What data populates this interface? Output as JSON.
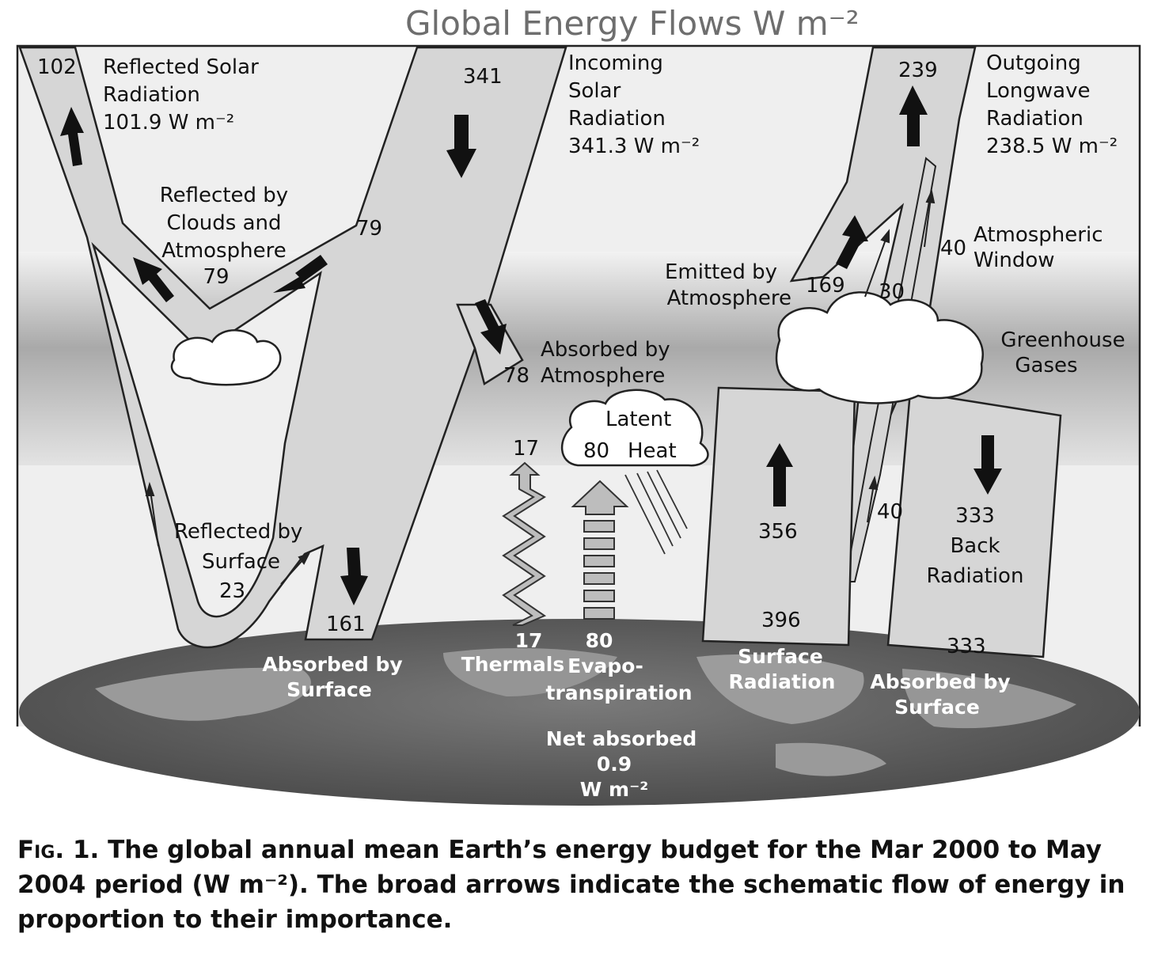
{
  "title": "Global Energy Flows W m⁻²",
  "labels": {
    "reflected_solar": [
      "Reflected Solar",
      "Radiation",
      "101.9 W m⁻²"
    ],
    "reflected_solar_value": "102",
    "incoming_solar": [
      "Incoming",
      "Solar",
      "Radiation",
      "341.3 W m⁻²"
    ],
    "incoming_solar_value": "341",
    "outgoing_longwave": [
      "Outgoing",
      "Longwave",
      "Radiation",
      "238.5 W m⁻²"
    ],
    "outgoing_longwave_value": "239",
    "reflected_clouds": [
      "Reflected by",
      "Clouds and",
      "Atmosphere",
      "79"
    ],
    "reflected_clouds_branch_value": "79",
    "absorbed_atmosphere": "Absorbed by",
    "absorbed_atmosphere_2": "Atmosphere",
    "absorbed_atmosphere_value": "78",
    "emitted_by_atmosphere": [
      "Emitted by",
      "Atmosphere"
    ],
    "emitted_value": "169",
    "cloud_emission_value": "30",
    "atmospheric_window": [
      "Atmospheric",
      "Window"
    ],
    "atmospheric_window_value": "40",
    "atmospheric_window_lower_value": "40",
    "greenhouse_gases": [
      "Greenhouse",
      "Gases"
    ],
    "latent_heat_1": "Latent",
    "latent_heat_value": "80",
    "latent_heat_2": "Heat",
    "thermals_top_value": "17",
    "reflected_surface": [
      "Reflected by",
      "Surface",
      "23"
    ],
    "absorbed_surface_value": "161",
    "surface_radiation_up": "356",
    "surface_radiation_value": "396",
    "back_radiation": [
      "333",
      "Back",
      "Radiation"
    ],
    "back_absorbed_value": "333",
    "earth_absorbed_surface_left": [
      "Absorbed by",
      "Surface"
    ],
    "earth_thermals": [
      "17",
      "Thermals"
    ],
    "earth_evapo": [
      "80",
      "Evapo-",
      "transpiration"
    ],
    "earth_surface_radiation": [
      "Surface",
      "Radiation"
    ],
    "earth_absorbed_surface_right": [
      "Absorbed by",
      "Surface"
    ],
    "net_absorbed": [
      "Net absorbed",
      "0.9",
      "W m⁻²"
    ]
  },
  "caption": {
    "fig_label": "Fig. 1.",
    "text": "The global annual mean Earth’s energy budget for the Mar 2000 to May 2004 period (W m⁻²). The broad arrows indicate the schematic flow of energy in proportion to their importance."
  }
}
